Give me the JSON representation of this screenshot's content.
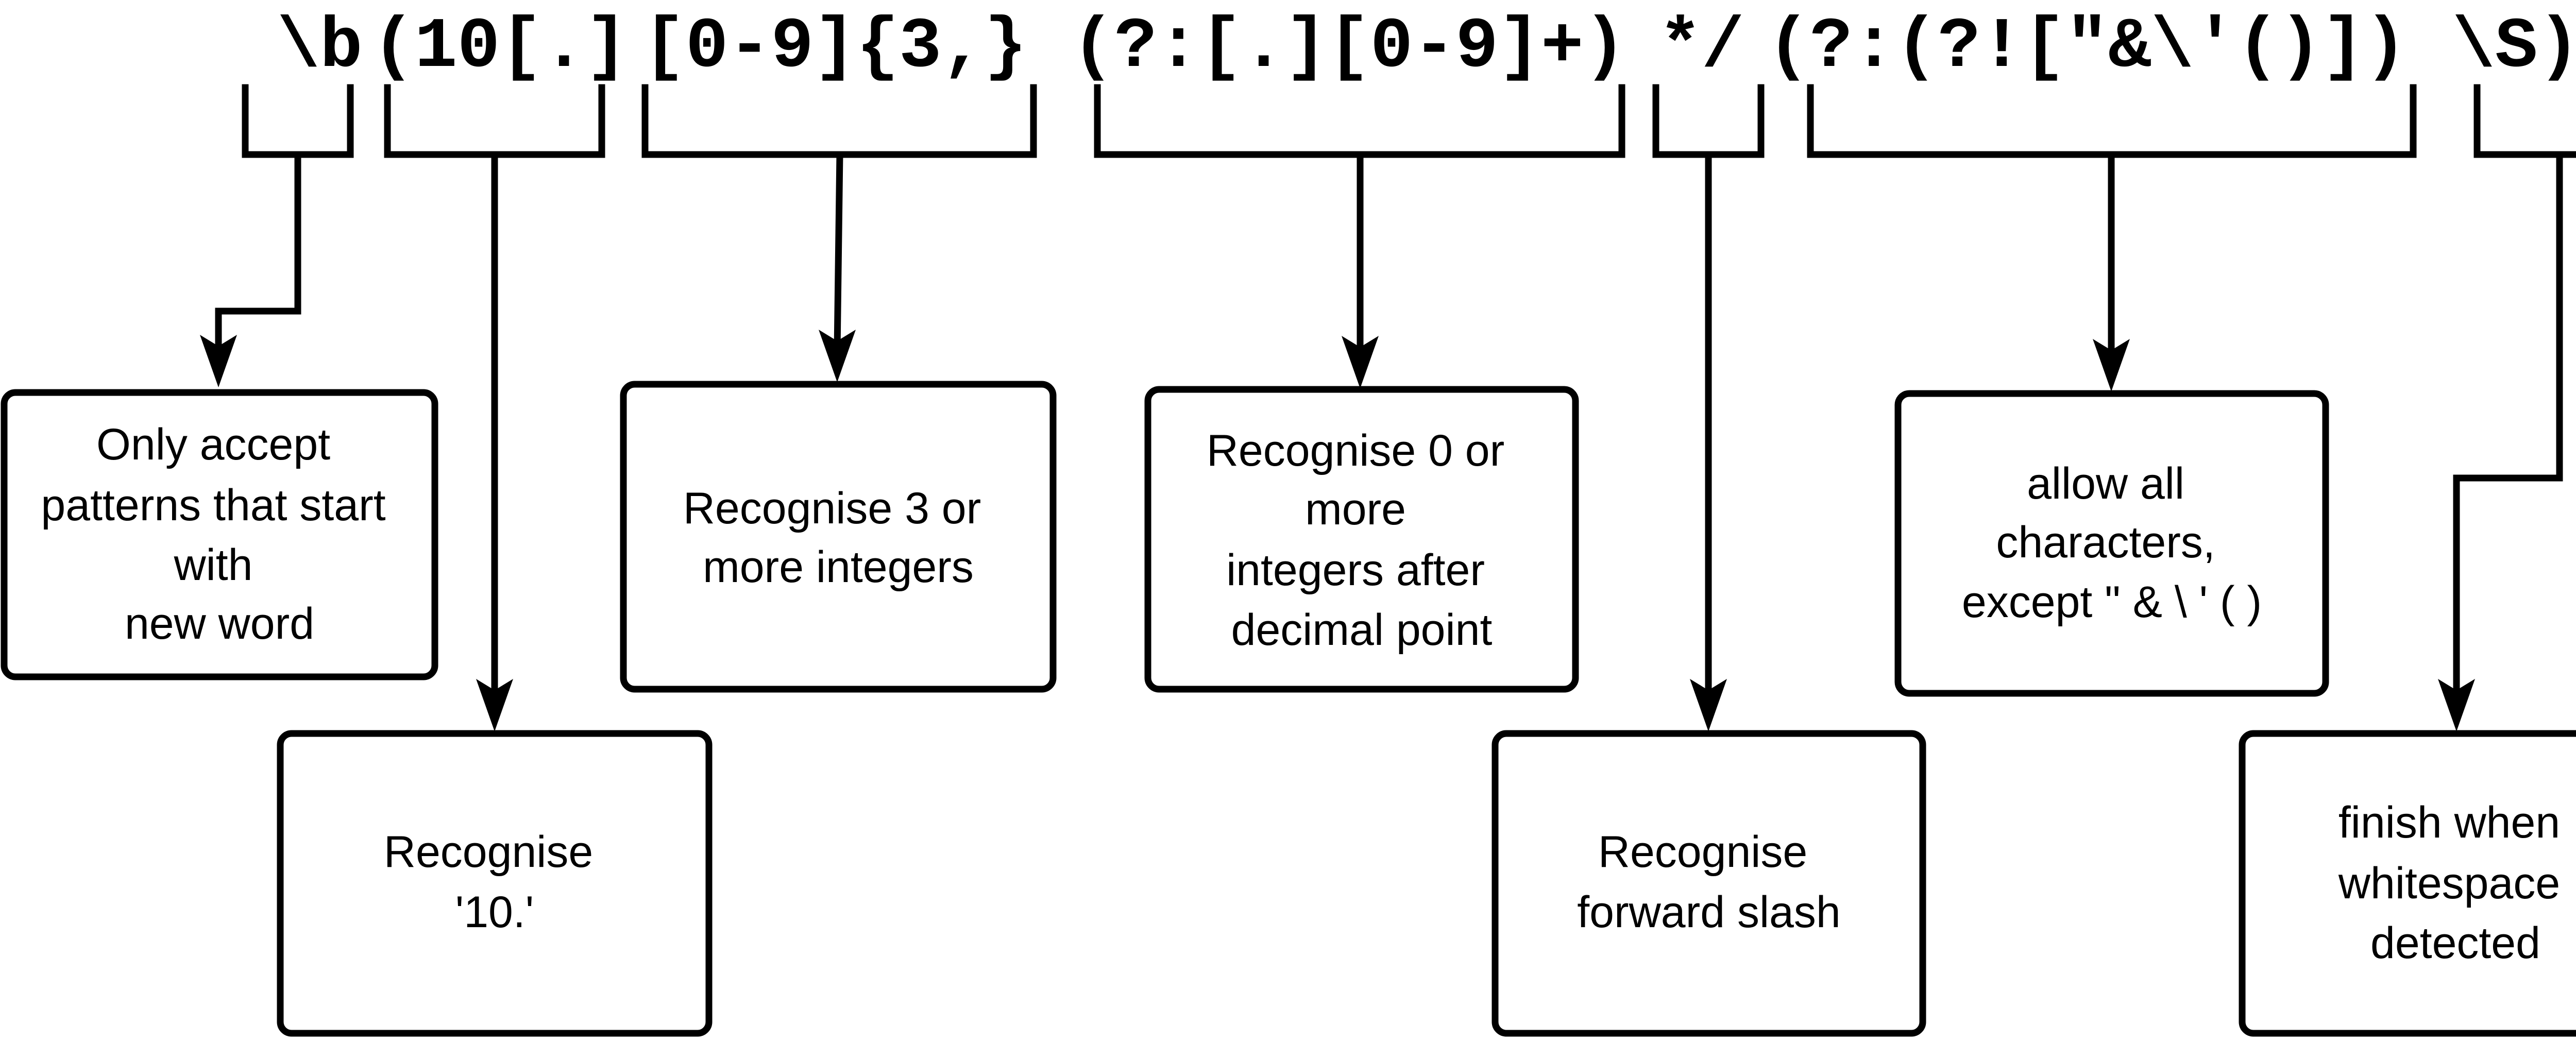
{
  "regex": {
    "word_boundary": "\\b",
    "prefix_10": "(10[.]",
    "three_plus_digits": "[0-9]{3,}",
    "decimal_group": "(?:[.][0-9]+)",
    "slash": "*/",
    "allowed_chars": "(?:(?![\"&\\'()])",
    "non_whitespace": "\\S)+)"
  },
  "boxes": {
    "word_boundary": [
      "Only accept",
      "patterns that start",
      "with",
      "new word"
    ],
    "prefix_10": [
      "Recognise",
      "'10.'"
    ],
    "three_plus_digits": [
      "Recognise 3 or",
      "more integers"
    ],
    "decimal_group": [
      "Recognise 0 or",
      "more",
      "integers after",
      "decimal point"
    ],
    "slash": [
      "Recognise",
      "forward slash"
    ],
    "allowed_chars": [
      "allow all",
      "characters,",
      "except \" & \\ ' ( )"
    ],
    "non_whitespace": [
      "finish when",
      "whitespace",
      "detected"
    ]
  }
}
